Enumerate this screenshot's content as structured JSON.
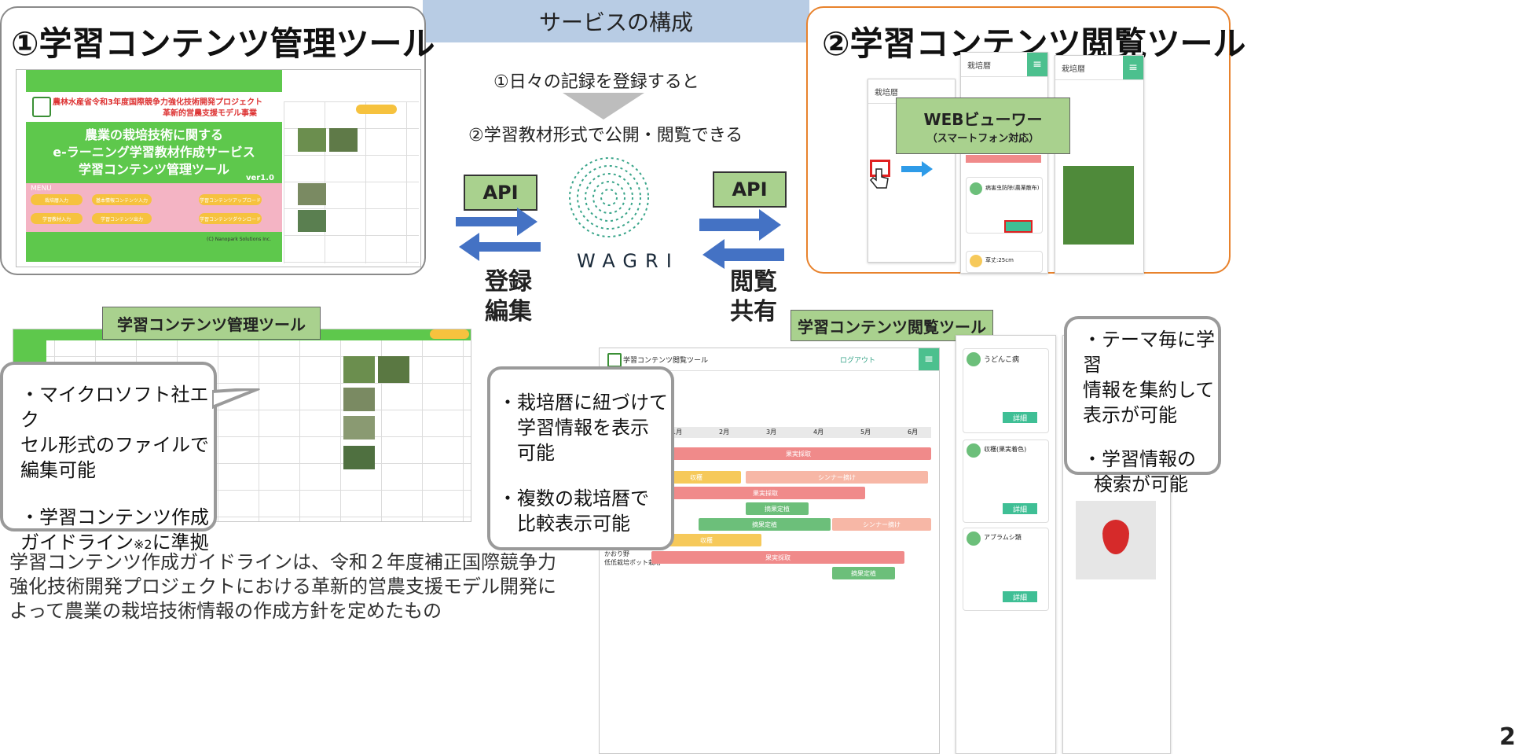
{
  "top_banner": "サービスの構成",
  "left_panel": {
    "title": "①学習コンテンツ管理ツール",
    "screenshot": {
      "header_line1": "農林水産省令和3年度国際競争力強化技術開発プロジェクト",
      "header_line2": "革新的営農支援モデル事業",
      "main_line1": "農業の栽培技術に関する",
      "main_line2": "e-ラーニング学習教材作成サービス",
      "main_line3": "学習コンテンツ管理ツール",
      "version": "ver1.0",
      "menu_label": "MENU",
      "buttons": [
        "栽培暦入力",
        "基本情報コンテンツ入力",
        "学習コンテンツアップロード",
        "学習教材入力",
        "学習コンテンツ出力",
        "学習コンテンツダウンロード"
      ],
      "copyright": "(C) Nanopark Solutions Inc."
    }
  },
  "center": {
    "step1": "①日々の記録を登録すると",
    "step2": "②学習教材形式で公開・閲覧できる",
    "api_left": "API",
    "api_right": "API",
    "wagri": "WAGRI",
    "left_label_line1": "登録",
    "left_label_line2": "編集",
    "right_label_line1": "閲覧",
    "right_label_line2": "共有"
  },
  "right_panel": {
    "title": "②学習コンテンツ閲覧ツール",
    "web_viewer": "WEBビューワー",
    "web_viewer_sub": "（スマートフォン対応）",
    "phone_title": "栽培暦",
    "phone2_title": "栽培暦",
    "phone3_title": "栽培暦",
    "card1_title": "病害虫防除(農薬散布)",
    "card2_title": "草丈:25cm"
  },
  "bottom_left": {
    "label": "学習コンテンツ管理ツール",
    "callout_line1": "・マイクロソフト社エク",
    "callout_line2": "セル形式のファイルで",
    "callout_line3": "編集可能",
    "callout_line4": "・学習コンテンツ作成",
    "callout_line5": "ガイドライン",
    "callout_note": "※2",
    "callout_line6": "に準拠",
    "footnote_line1": "学習コンテンツ作成ガイドラインは、令和２年度補正国際競争力",
    "footnote_line2": "強化技術開発プロジェクトにおける革新的営農支援モデル開発に",
    "footnote_line3": "よって農業の栽培技術情報の作成方針を定めたもの"
  },
  "bottom_right": {
    "label": "学習コンテンツ閲覧ツール",
    "app_title": "学習コンテンツ閲覧ツール",
    "logout": "ログアウト",
    "callout_a_line1": "・栽培暦に紐づけて",
    "callout_a_line2": "学習情報を表示",
    "callout_a_line3": "可能",
    "callout_a_line4": "・複数の栽培暦で",
    "callout_a_line5": "比較表示可能",
    "callout_b_line1": "・テーマ毎に学習",
    "callout_b_line2": "情報を集約して",
    "callout_b_line3": "表示が可能",
    "callout_b_line4": "・学習情報の",
    "callout_b_line5": "検索が可能",
    "months": [
      "1月",
      "2月",
      "3月",
      "4月",
      "5月",
      "6月"
    ],
    "bar_labels": {
      "harvest": "果実採取",
      "season": "シンナー摘け",
      "fertilize": "摘果定植",
      "pick": "収穫"
    },
    "row_label_line1": "かおり野",
    "row_label_line2": "低低栽培ポット栽培",
    "cards": [
      "うどんこ病",
      "収穫(果実着色)",
      "アブラムシ類"
    ],
    "card_btn": "詳細"
  },
  "page_number": "2"
}
